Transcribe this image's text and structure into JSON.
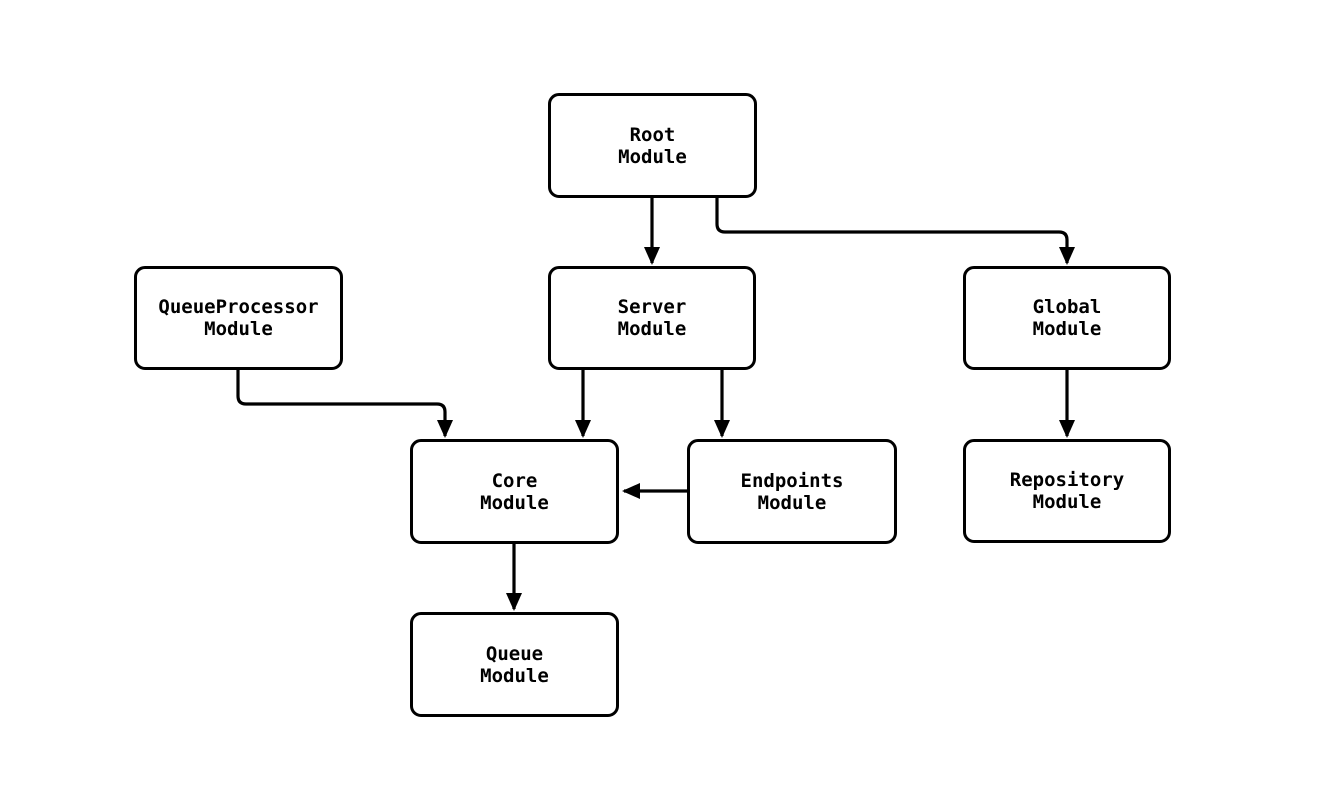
{
  "diagram": {
    "type": "module-dependency-diagram",
    "colors": {
      "stroke": "#000000",
      "node_fill": "#ffffff",
      "background": "#ffffff",
      "text": "#000000"
    },
    "nodes": [
      {
        "id": "root",
        "label": "Root\nModule"
      },
      {
        "id": "queueprocessor",
        "label": "QueueProcessor\nModule"
      },
      {
        "id": "server",
        "label": "Server\nModule"
      },
      {
        "id": "global",
        "label": "Global\nModule"
      },
      {
        "id": "core",
        "label": "Core\nModule"
      },
      {
        "id": "endpoints",
        "label": "Endpoints\nModule"
      },
      {
        "id": "repository",
        "label": "Repository\nModule"
      },
      {
        "id": "queue",
        "label": "Queue\nModule"
      }
    ],
    "edges": [
      {
        "from": "Root Module",
        "to": "Server Module"
      },
      {
        "from": "Root Module",
        "to": "Global Module"
      },
      {
        "from": "QueueProcessor Module",
        "to": "Core Module"
      },
      {
        "from": "Server Module",
        "to": "Core Module"
      },
      {
        "from": "Server Module",
        "to": "Endpoints Module"
      },
      {
        "from": "Endpoints Module",
        "to": "Core Module"
      },
      {
        "from": "Core Module",
        "to": "Queue Module"
      },
      {
        "from": "Global Module",
        "to": "Repository Module"
      }
    ]
  }
}
